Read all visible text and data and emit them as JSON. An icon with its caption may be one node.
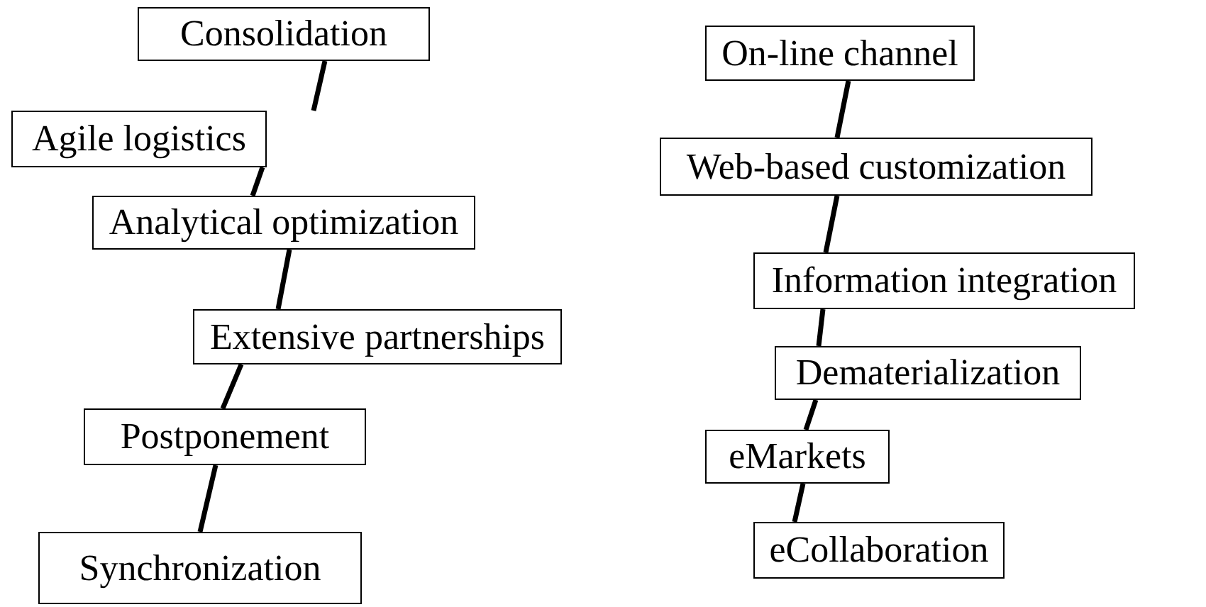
{
  "diagram": {
    "nodes": [
      {
        "text": [
          "Consolidation"
        ]
      },
      {
        "text": [
          "Agile logistics"
        ]
      },
      {
        "text": [
          "Analytical optimization"
        ]
      },
      {
        "text": [
          "Extensive partnerships"
        ]
      },
      {
        "text": [
          "Postponement"
        ]
      },
      {
        "text": [
          "Synchronization"
        ]
      },
      {
        "text": [
          "On-line channel"
        ]
      },
      {
        "text": [
          "Web-based customization"
        ]
      },
      {
        "text": [
          "Information integration"
        ]
      },
      {
        "text": [
          "Dematerialization"
        ]
      },
      {
        "text": [
          "eMarkets"
        ]
      },
      {
        "text": [
          "eCollaboration"
        ]
      }
    ],
    "edges": [
      {
        "from": 0,
        "to": 1,
        "arrow": "none"
      },
      {
        "from": 1,
        "to": 2,
        "arrow": "none"
      },
      {
        "from": 2,
        "to": 3,
        "arrow": "none"
      },
      {
        "from": 3,
        "to": 4,
        "arrow": "none"
      },
      {
        "from": 4,
        "to": 5,
        "arrow": "none"
      },
      {
        "from": 6,
        "to": 7,
        "arrow": "none"
      },
      {
        "from": 7,
        "to": 8,
        "arrow": "none"
      },
      {
        "from": 8,
        "to": 9,
        "arrow": "none"
      },
      {
        "from": 9,
        "to": 10,
        "arrow": "none"
      },
      {
        "from": 10,
        "to": 11,
        "arrow": "none"
      }
    ]
  }
}
